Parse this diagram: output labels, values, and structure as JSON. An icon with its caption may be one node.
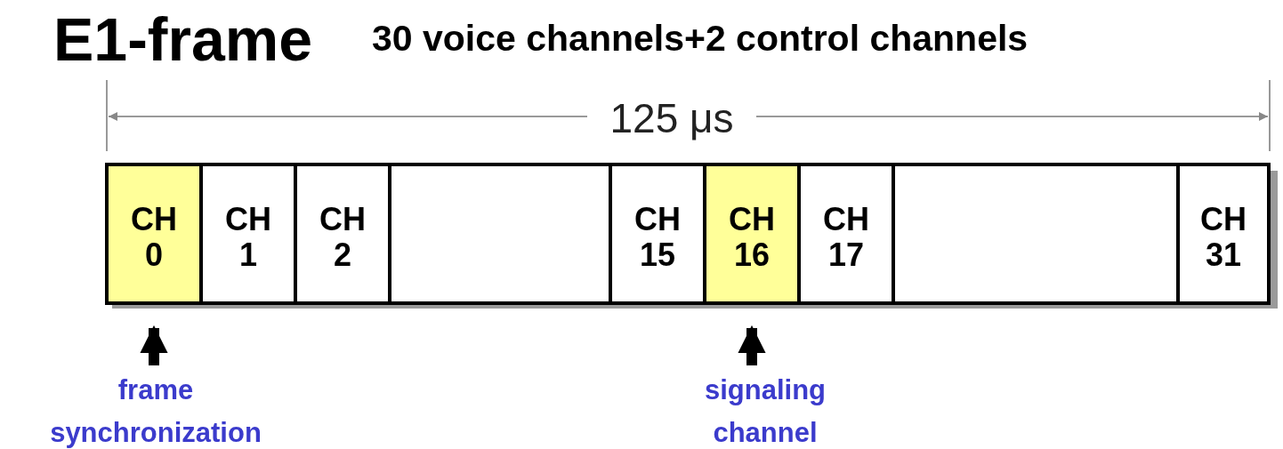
{
  "diagram": {
    "title": "E1-frame",
    "nodes": [
      {
        "text": [
          "CH 0"
        ]
      },
      {
        "text": [
          "CH 1"
        ]
      },
      {
        "text": [
          "CH 2"
        ]
      },
      {
        "text": [],
        "shape": "box"
      },
      {
        "text": [
          "CH 15"
        ]
      },
      {
        "text": [
          "CH 16"
        ]
      },
      {
        "text": [
          "CH 17"
        ]
      },
      {
        "text": [],
        "shape": "box"
      },
      {
        "text": [
          "CH 31"
        ]
      },
      {
        "text": [
          "frame synchronization"
        ]
      },
      {
        "text": [
          "signaling channel"
        ]
      }
    ],
    "edges": [
      {
        "from": 9,
        "to": 0,
        "arrow": "to"
      },
      {
        "from": 10,
        "to": 5,
        "arrow": "to"
      }
    ],
    "labels": [
      "30 voice channels+2 control channels",
      "125 μs"
    ]
  }
}
